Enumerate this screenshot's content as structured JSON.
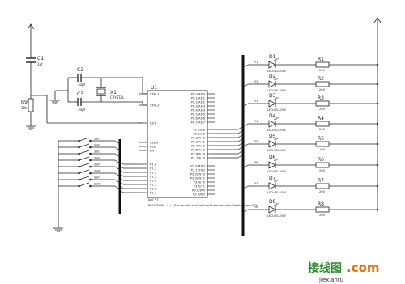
{
  "components": {
    "c1": {
      "ref": "C1",
      "value": "1uf"
    },
    "c2": {
      "ref": "C2",
      "value": "30pf"
    },
    "c3": {
      "ref": "C3",
      "value": "30pf"
    },
    "x1": {
      "ref": "X1",
      "value": "CRYSTAL"
    },
    "r9": {
      "ref": "R9",
      "value": "10k"
    },
    "u1": {
      "ref": "U1",
      "part": "80C51",
      "program": "PROGRAM=..\\..\\..\\Documents and Settings\\Administrator\\Desktop\\new.HEX"
    }
  },
  "mcu_pins": {
    "left": [
      "XTAL1",
      "XTAL2",
      "RST",
      "PSEN",
      "ALE",
      "EA",
      "P1.0",
      "P1.1",
      "P1.2",
      "P1.3",
      "P1.4",
      "P1.5",
      "P1.6",
      "P1.7"
    ],
    "right_p0": [
      "P0.0/AD0",
      "P0.1/AD1",
      "P0.2/AD2",
      "P0.3/AD3",
      "P0.4/AD4",
      "P0.5/AD5",
      "P0.6/AD6",
      "P0.7/AD7"
    ],
    "right_p2": [
      "P2.0/A8",
      "P2.1/A9",
      "P2.2/A10",
      "P2.3/A11",
      "P2.4/A12",
      "P2.5/A13",
      "P2.6/A14",
      "P2.7/A15"
    ],
    "right_p3": [
      "P3.0/RXD",
      "P3.1/TXD",
      "P3.2/INT0",
      "P3.3/INT1",
      "P3.4/T0",
      "P3.5/T1",
      "P3.6/WR",
      "P3.7/RD"
    ]
  },
  "leds": [
    {
      "ref": "D1",
      "type": "LED-YELLOW",
      "net": "Y1"
    },
    {
      "ref": "D2",
      "type": "LED-YELLOW",
      "net": "Y2"
    },
    {
      "ref": "D3",
      "type": "LED-YELLOW",
      "net": "Y3"
    },
    {
      "ref": "D4",
      "type": "LED-YELLOW",
      "net": "Y4"
    },
    {
      "ref": "D5",
      "type": "LED-YELLOW",
      "net": "Y5"
    },
    {
      "ref": "D6",
      "type": "LED-YELLOW",
      "net": "Y6"
    },
    {
      "ref": "D7",
      "type": "LED-YELLOW",
      "net": "Y7"
    },
    {
      "ref": "D8",
      "type": "LED-YELLOW",
      "net": "Y8"
    }
  ],
  "resistors": [
    {
      "ref": "R1",
      "value": "200"
    },
    {
      "ref": "R2",
      "value": "200"
    },
    {
      "ref": "R3",
      "value": "200"
    },
    {
      "ref": "R4",
      "value": "200"
    },
    {
      "ref": "R5",
      "value": "200"
    },
    {
      "ref": "R6",
      "value": "200"
    },
    {
      "ref": "R7",
      "value": "200"
    },
    {
      "ref": "R8",
      "value": "200"
    }
  ],
  "switches": [
    "SW1",
    "SW2",
    "SW3",
    "SW4",
    "SW5",
    "SW6",
    "SW7",
    "SW8"
  ],
  "watermark": {
    "cn": "接线图",
    "en": "jiexiantu",
    "com": ".com",
    "green": "#2e8b2e",
    "orange": "#e07010"
  }
}
